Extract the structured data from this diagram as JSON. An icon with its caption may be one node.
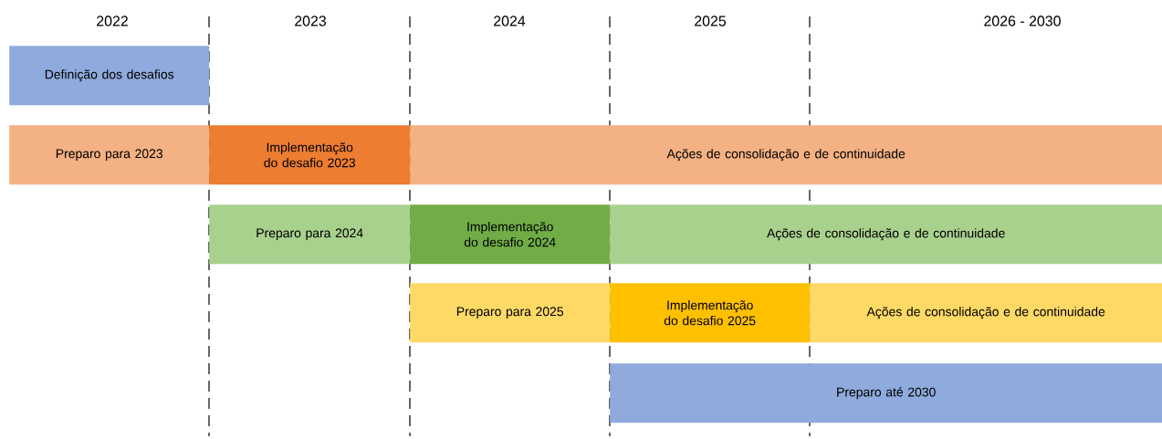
{
  "diagram": {
    "nodes": [
      {
        "text": [
          "Definição dos desafios"
        ]
      },
      {
        "text": [
          "Preparo para 2023"
        ]
      },
      {
        "text": [
          "Implementação do desafio 2023"
        ]
      },
      {
        "text": [
          "Ações de consolidação e de continuidade"
        ]
      },
      {
        "text": [
          "Preparo para 2024"
        ]
      },
      {
        "text": [
          "Implementação do desafio 2024"
        ]
      },
      {
        "text": [
          "Ações de consolidação e de continuidade"
        ]
      },
      {
        "text": [
          "Preparo para 2025"
        ]
      },
      {
        "text": [
          "Implementação do desafio 2025"
        ]
      },
      {
        "text": [
          "Ações de consolidação e de continuidade"
        ]
      },
      {
        "text": [
          "Preparo até 2030"
        ]
      }
    ],
    "labels": [
      "2022",
      "2023",
      "2024",
      "2025",
      "2026 - 2030"
    ]
  }
}
